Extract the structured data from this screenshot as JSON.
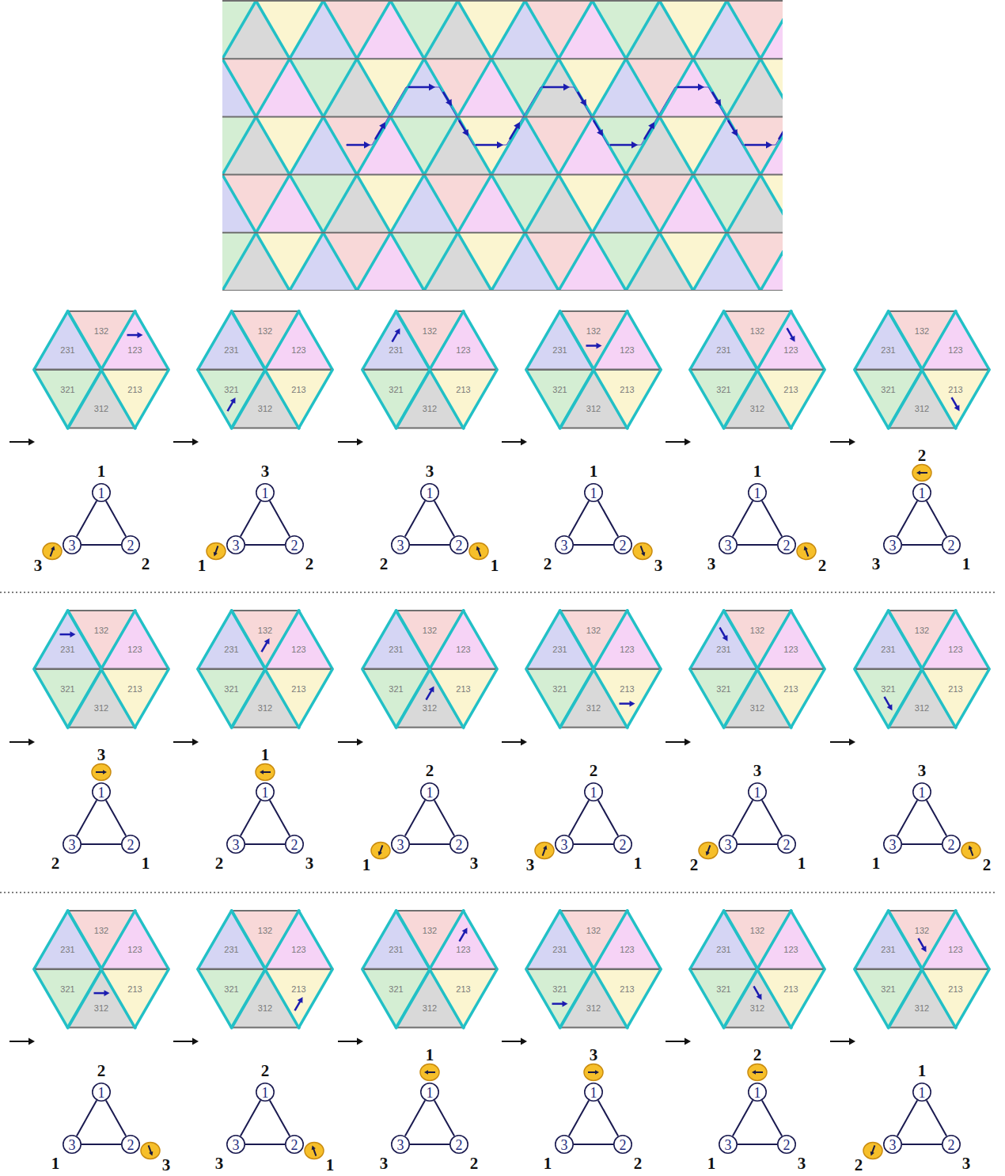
{
  "diagram": {
    "nodes": [
      {
        "text": [
          "231"
        ]
      },
      {
        "text": [
          "132"
        ]
      },
      {
        "text": [
          "123"
        ]
      },
      {
        "text": [
          "321"
        ]
      },
      {
        "text": [
          "312"
        ]
      },
      {
        "text": [
          "213"
        ]
      },
      {
        "text": [
          "1"
        ]
      },
      {
        "text": [
          "3"
        ]
      },
      {
        "text": [
          "2"
        ]
      },
      {
        "text": [
          "231"
        ]
      },
      {
        "text": [
          "132"
        ]
      },
      {
        "text": [
          "123"
        ]
      },
      {
        "text": [
          "321"
        ]
      },
      {
        "text": [
          "312"
        ]
      },
      {
        "text": [
          "213"
        ]
      },
      {
        "text": [
          "1"
        ]
      },
      {
        "text": [
          "3"
        ]
      },
      {
        "text": [
          "2"
        ]
      },
      {
        "text": [
          "231"
        ]
      },
      {
        "text": [
          "132"
        ]
      },
      {
        "text": [
          "123"
        ]
      },
      {
        "text": [
          "321"
        ]
      },
      {
        "text": [
          "312"
        ]
      },
      {
        "text": [
          "213"
        ]
      },
      {
        "text": [
          "1"
        ]
      },
      {
        "text": [
          "3"
        ]
      },
      {
        "text": [
          "2"
        ]
      },
      {
        "text": [
          "231"
        ]
      },
      {
        "text": [
          "132"
        ]
      },
      {
        "text": [
          "123"
        ]
      },
      {
        "text": [
          "321"
        ]
      },
      {
        "text": [
          "312"
        ]
      },
      {
        "text": [
          "213"
        ]
      },
      {
        "text": [
          "1"
        ]
      },
      {
        "text": [
          "3"
        ]
      },
      {
        "text": [
          "2"
        ]
      },
      {
        "text": [
          "231"
        ]
      },
      {
        "text": [
          "132"
        ]
      },
      {
        "text": [
          "123"
        ]
      },
      {
        "text": [
          "321"
        ]
      },
      {
        "text": [
          "312"
        ]
      },
      {
        "text": [
          "213"
        ]
      },
      {
        "text": [
          "1"
        ]
      },
      {
        "text": [
          "3"
        ]
      },
      {
        "text": [
          "2"
        ]
      },
      {
        "text": [
          "231"
        ]
      },
      {
        "text": [
          "132"
        ]
      },
      {
        "text": [
          "123"
        ]
      },
      {
        "text": [
          "321"
        ]
      },
      {
        "text": [
          "312"
        ]
      },
      {
        "text": [
          "213"
        ]
      },
      {
        "text": [
          "1"
        ]
      },
      {
        "text": [
          "3"
        ]
      },
      {
        "text": [
          "2"
        ]
      },
      {
        "text": [
          "231"
        ]
      },
      {
        "text": [
          "132"
        ]
      },
      {
        "text": [
          "123"
        ]
      },
      {
        "text": [
          "321"
        ]
      },
      {
        "text": [
          "312"
        ]
      },
      {
        "text": [
          "213"
        ]
      },
      {
        "text": [
          "1"
        ]
      },
      {
        "text": [
          "3"
        ]
      },
      {
        "text": [
          "2"
        ]
      },
      {
        "text": [
          "231"
        ]
      },
      {
        "text": [
          "132"
        ]
      },
      {
        "text": [
          "123"
        ]
      },
      {
        "text": [
          "321"
        ]
      },
      {
        "text": [
          "312"
        ]
      },
      {
        "text": [
          "213"
        ]
      },
      {
        "text": [
          "1"
        ]
      },
      {
        "text": [
          "3"
        ]
      },
      {
        "text": [
          "2"
        ]
      },
      {
        "text": [
          "231"
        ]
      },
      {
        "text": [
          "132"
        ]
      },
      {
        "text": [
          "123"
        ]
      },
      {
        "text": [
          "321"
        ]
      },
      {
        "text": [
          "312"
        ]
      },
      {
        "text": [
          "213"
        ]
      },
      {
        "text": [
          "1"
        ]
      },
      {
        "text": [
          "3"
        ]
      },
      {
        "text": [
          "2"
        ]
      },
      {
        "text": [
          "231"
        ]
      },
      {
        "text": [
          "132"
        ]
      },
      {
        "text": [
          "123"
        ]
      },
      {
        "text": [
          "321"
        ]
      },
      {
        "text": [
          "312"
        ]
      },
      {
        "text": [
          "213"
        ]
      },
      {
        "text": [
          "1"
        ]
      },
      {
        "text": [
          "3"
        ]
      },
      {
        "text": [
          "2"
        ]
      },
      {
        "text": [
          "231"
        ]
      },
      {
        "text": [
          "132"
        ]
      },
      {
        "text": [
          "123"
        ]
      },
      {
        "text": [
          "321"
        ]
      },
      {
        "text": [
          "312"
        ]
      },
      {
        "text": [
          "213"
        ]
      },
      {
        "text": [
          "1"
        ]
      },
      {
        "text": [
          "3"
        ]
      },
      {
        "text": [
          "2"
        ]
      },
      {
        "text": [
          "231"
        ]
      },
      {
        "text": [
          "132"
        ]
      },
      {
        "text": [
          "123"
        ]
      },
      {
        "text": [
          "321"
        ]
      },
      {
        "text": [
          "312"
        ]
      },
      {
        "text": [
          "213"
        ]
      },
      {
        "text": [
          "1"
        ]
      },
      {
        "text": [
          "3"
        ]
      },
      {
        "text": [
          "2"
        ]
      },
      {
        "text": [
          "231"
        ]
      },
      {
        "text": [
          "132"
        ]
      },
      {
        "text": [
          "123"
        ]
      },
      {
        "text": [
          "321"
        ]
      },
      {
        "text": [
          "312"
        ]
      },
      {
        "text": [
          "213"
        ]
      },
      {
        "text": [
          "1"
        ]
      },
      {
        "text": [
          "3"
        ]
      },
      {
        "text": [
          "2"
        ]
      },
      {
        "text": [
          "231"
        ]
      },
      {
        "text": [
          "132"
        ]
      },
      {
        "text": [
          "123"
        ]
      },
      {
        "text": [
          "321"
        ]
      },
      {
        "text": [
          "312"
        ]
      },
      {
        "text": [
          "213"
        ]
      },
      {
        "text": [
          "1"
        ]
      },
      {
        "text": [
          "3"
        ]
      },
      {
        "text": [
          "2"
        ]
      },
      {
        "text": [
          "231"
        ]
      },
      {
        "text": [
          "132"
        ]
      },
      {
        "text": [
          "123"
        ]
      },
      {
        "text": [
          "321"
        ]
      },
      {
        "text": [
          "312"
        ]
      },
      {
        "text": [
          "213"
        ]
      },
      {
        "text": [
          "1"
        ]
      },
      {
        "text": [
          "3"
        ]
      },
      {
        "text": [
          "2"
        ]
      },
      {
        "text": [
          "231"
        ]
      },
      {
        "text": [
          "132"
        ]
      },
      {
        "text": [
          "123"
        ]
      },
      {
        "text": [
          "321"
        ]
      },
      {
        "text": [
          "312"
        ]
      },
      {
        "text": [
          "213"
        ]
      },
      {
        "text": [
          "1"
        ]
      },
      {
        "text": [
          "3"
        ]
      },
      {
        "text": [
          "2"
        ]
      },
      {
        "text": [
          "231"
        ]
      },
      {
        "text": [
          "132"
        ]
      },
      {
        "text": [
          "123"
        ]
      },
      {
        "text": [
          "321"
        ]
      },
      {
        "text": [
          "312"
        ]
      },
      {
        "text": [
          "213"
        ]
      },
      {
        "text": [
          "1"
        ]
      },
      {
        "text": [
          "3"
        ]
      },
      {
        "text": [
          "2"
        ]
      },
      {
        "text": [
          "231"
        ]
      },
      {
        "text": [
          "132"
        ]
      },
      {
        "text": [
          "123"
        ]
      },
      {
        "text": [
          "321"
        ]
      },
      {
        "text": [
          "312"
        ]
      },
      {
        "text": [
          "213"
        ]
      },
      {
        "text": [
          "1"
        ]
      },
      {
        "text": [
          "3"
        ]
      },
      {
        "text": [
          "2"
        ]
      }
    ],
    "edges": [
      {
        "from": 6,
        "to": 8,
        "arrow": "none"
      },
      {
        "from": 8,
        "to": 7,
        "arrow": "none"
      },
      {
        "from": 7,
        "to": 6,
        "arrow": "none"
      },
      {
        "from": 15,
        "to": 17,
        "arrow": "none"
      },
      {
        "from": 17,
        "to": 16,
        "arrow": "none"
      },
      {
        "from": 16,
        "to": 15,
        "arrow": "none"
      },
      {
        "from": 24,
        "to": 26,
        "arrow": "none"
      },
      {
        "from": 26,
        "to": 25,
        "arrow": "none"
      },
      {
        "from": 25,
        "to": 24,
        "arrow": "none"
      },
      {
        "from": 33,
        "to": 35,
        "arrow": "none"
      },
      {
        "from": 35,
        "to": 34,
        "arrow": "none"
      },
      {
        "from": 34,
        "to": 33,
        "arrow": "none"
      },
      {
        "from": 42,
        "to": 44,
        "arrow": "none"
      },
      {
        "from": 44,
        "to": 43,
        "arrow": "none"
      },
      {
        "from": 43,
        "to": 42,
        "arrow": "none"
      },
      {
        "from": 51,
        "to": 53,
        "arrow": "none"
      },
      {
        "from": 53,
        "to": 52,
        "arrow": "none"
      },
      {
        "from": 52,
        "to": 51,
        "arrow": "none"
      },
      {
        "from": 60,
        "to": 62,
        "arrow": "none"
      },
      {
        "from": 62,
        "to": 61,
        "arrow": "none"
      },
      {
        "from": 61,
        "to": 60,
        "arrow": "none"
      },
      {
        "from": 69,
        "to": 71,
        "arrow": "none"
      },
      {
        "from": 71,
        "to": 70,
        "arrow": "none"
      },
      {
        "from": 70,
        "to": 69,
        "arrow": "none"
      },
      {
        "from": 78,
        "to": 80,
        "arrow": "none"
      },
      {
        "from": 80,
        "to": 79,
        "arrow": "none"
      },
      {
        "from": 79,
        "to": 78,
        "arrow": "none"
      },
      {
        "from": 87,
        "to": 89,
        "arrow": "none"
      },
      {
        "from": 89,
        "to": 88,
        "arrow": "none"
      },
      {
        "from": 88,
        "to": 87,
        "arrow": "none"
      },
      {
        "from": 96,
        "to": 98,
        "arrow": "none"
      },
      {
        "from": 98,
        "to": 97,
        "arrow": "none"
      },
      {
        "from": 97,
        "to": 96,
        "arrow": "none"
      },
      {
        "from": 105,
        "to": 107,
        "arrow": "none"
      },
      {
        "from": 107,
        "to": 106,
        "arrow": "none"
      },
      {
        "from": 106,
        "to": 105,
        "arrow": "none"
      },
      {
        "from": 114,
        "to": 116,
        "arrow": "none"
      },
      {
        "from": 116,
        "to": 115,
        "arrow": "none"
      },
      {
        "from": 115,
        "to": 114,
        "arrow": "none"
      },
      {
        "from": 123,
        "to": 125,
        "arrow": "none"
      },
      {
        "from": 125,
        "to": 124,
        "arrow": "none"
      },
      {
        "from": 124,
        "to": 123,
        "arrow": "none"
      },
      {
        "from": 132,
        "to": 134,
        "arrow": "none"
      },
      {
        "from": 134,
        "to": 133,
        "arrow": "none"
      },
      {
        "from": 133,
        "to": 132,
        "arrow": "none"
      },
      {
        "from": 141,
        "to": 143,
        "arrow": "none"
      },
      {
        "from": 143,
        "to": 142,
        "arrow": "none"
      },
      {
        "from": 142,
        "to": 141,
        "arrow": "none"
      },
      {
        "from": 150,
        "to": 152,
        "arrow": "none"
      },
      {
        "from": 152,
        "to": 151,
        "arrow": "none"
      },
      {
        "from": 151,
        "to": 150,
        "arrow": "none"
      },
      {
        "from": 159,
        "to": 161,
        "arrow": "none"
      },
      {
        "from": 161,
        "to": 160,
        "arrow": "none"
      },
      {
        "from": 160,
        "to": 159,
        "arrow": "none"
      }
    ],
    "labels": [
      "1",
      "3",
      "2",
      "3",
      "1",
      "2",
      "3",
      "2",
      "1",
      "1",
      "2",
      "3",
      "1",
      "3",
      "2",
      "2",
      "3",
      "1",
      "3",
      "2",
      "1",
      "1",
      "2",
      "3",
      "2",
      "1",
      "3",
      "2",
      "3",
      "1",
      "3",
      "2",
      "1",
      "3",
      "1",
      "2",
      "2",
      "1",
      "3",
      "2",
      "3",
      "1",
      "1",
      "3",
      "2",
      "3",
      "1",
      "2",
      "2",
      "1",
      "3",
      "1",
      "2",
      "3"
    ]
  }
}
